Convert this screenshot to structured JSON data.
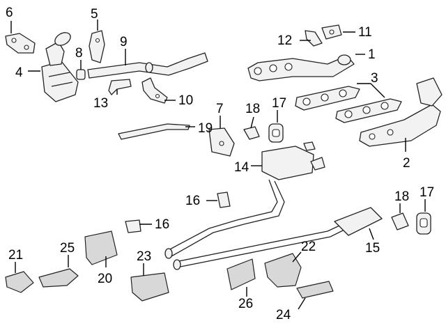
{
  "diagram": {
    "callouts": [
      {
        "id": "c1",
        "text": "1"
      },
      {
        "id": "c2",
        "text": "2"
      },
      {
        "id": "c3",
        "text": "3"
      },
      {
        "id": "c4",
        "text": "4"
      },
      {
        "id": "c5",
        "text": "5"
      },
      {
        "id": "c6",
        "text": "6"
      },
      {
        "id": "c7",
        "text": "7"
      },
      {
        "id": "c8",
        "text": "8"
      },
      {
        "id": "c9",
        "text": "9"
      },
      {
        "id": "c10",
        "text": "10"
      },
      {
        "id": "c11",
        "text": "11"
      },
      {
        "id": "c12",
        "text": "12"
      },
      {
        "id": "c13",
        "text": "13"
      },
      {
        "id": "c14",
        "text": "14"
      },
      {
        "id": "c15",
        "text": "15"
      },
      {
        "id": "c16a",
        "text": "16"
      },
      {
        "id": "c16b",
        "text": "16"
      },
      {
        "id": "c17a",
        "text": "17"
      },
      {
        "id": "c17b",
        "text": "17"
      },
      {
        "id": "c18a",
        "text": "18"
      },
      {
        "id": "c18b",
        "text": "18"
      },
      {
        "id": "c19",
        "text": "19"
      },
      {
        "id": "c20",
        "text": "20"
      },
      {
        "id": "c21",
        "text": "21"
      },
      {
        "id": "c22",
        "text": "22"
      },
      {
        "id": "c23",
        "text": "23"
      },
      {
        "id": "c24",
        "text": "24"
      },
      {
        "id": "c25",
        "text": "25"
      },
      {
        "id": "c26",
        "text": "26"
      }
    ]
  }
}
